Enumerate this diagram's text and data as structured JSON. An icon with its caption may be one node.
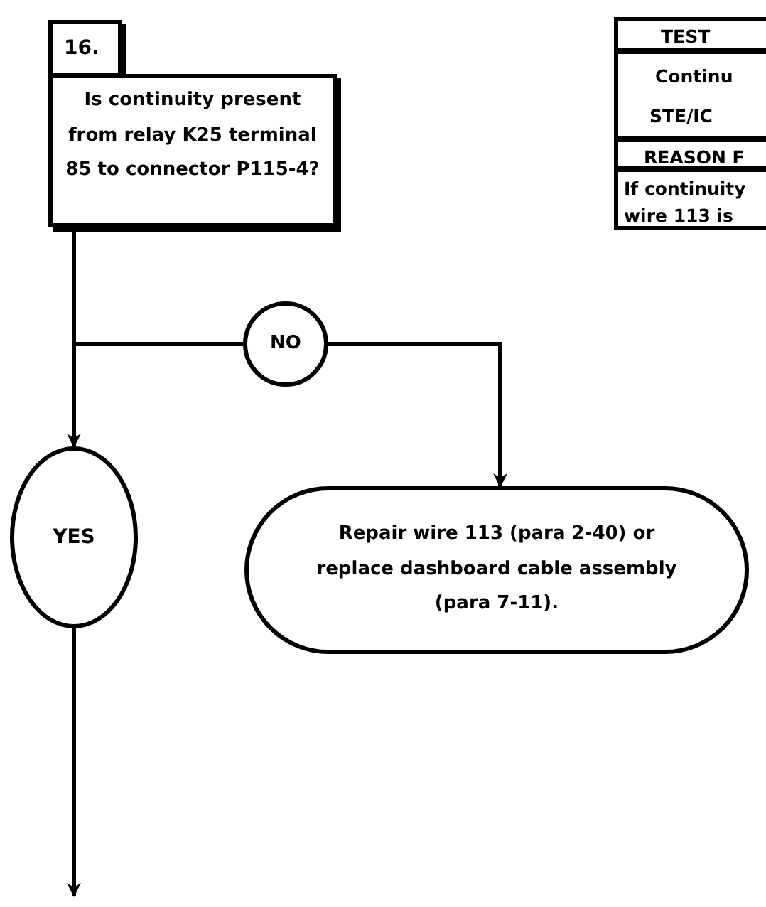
{
  "diagram": {
    "nodes": [
      {
        "text": [
          "16."
        ]
      },
      {
        "text": [
          "Is continuity present from relay K25 terminal 85 to connector P115-4?"
        ]
      },
      {
        "text": [
          "NO"
        ]
      },
      {
        "text": [
          "YES"
        ]
      },
      {
        "text": [
          "Repair wire 113 (para 2-40) or replace dashboard cable assembly (para 7-11)."
        ]
      }
    ],
    "edges": [
      {
        "from": 1,
        "to": 2,
        "arrow": "none"
      },
      {
        "from": 1,
        "to": 3,
        "arrow": "to"
      },
      {
        "from": 2,
        "to": 4,
        "arrow": "to"
      },
      {
        "from": 3,
        "to": null,
        "arrow": "to"
      }
    ],
    "labels": [
      "TEST",
      "Continu",
      "STE/IC",
      "REASON F",
      "If continuity",
      "wire 113 is"
    ]
  }
}
